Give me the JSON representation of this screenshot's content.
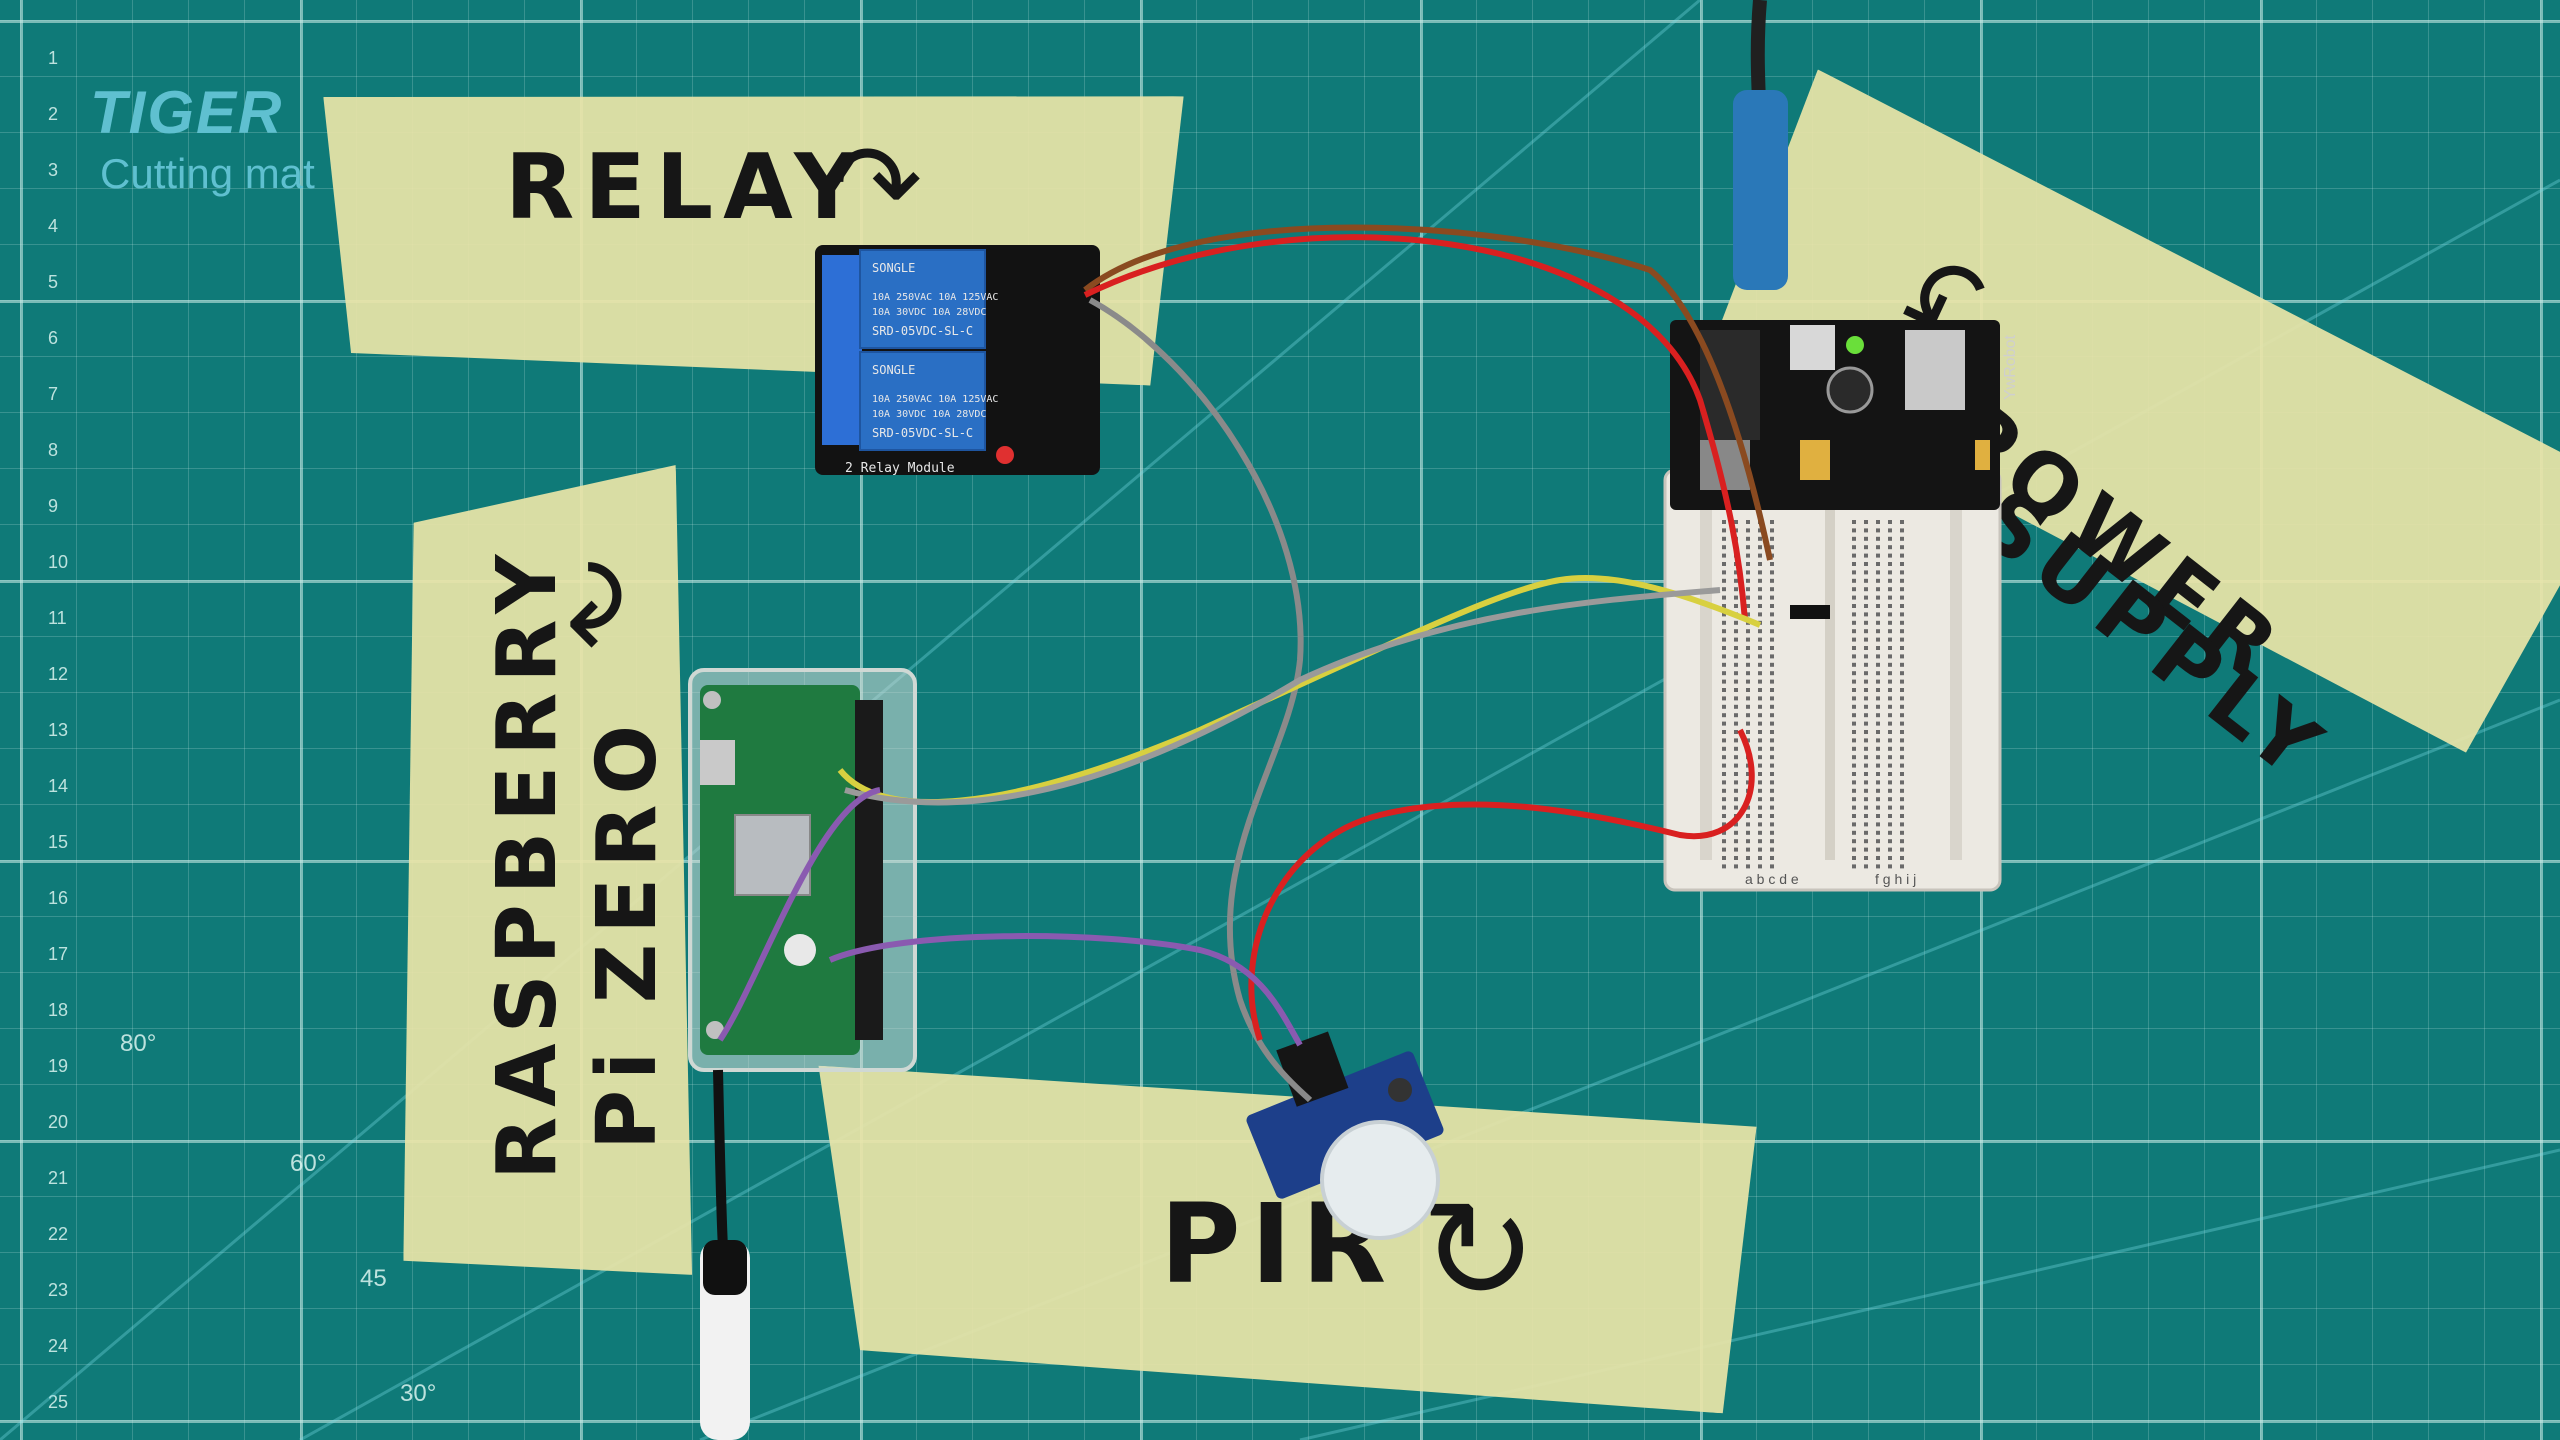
{
  "mat": {
    "brand": "TIGER",
    "subtitle": "Cutting mat",
    "ruler_numbers": [
      "1",
      "2",
      "3",
      "4",
      "5",
      "6",
      "7",
      "8",
      "9",
      "10",
      "11",
      "12",
      "13",
      "14",
      "15",
      "16",
      "17",
      "18",
      "19",
      "20",
      "21",
      "22",
      "23",
      "24",
      "25"
    ],
    "angle_labels": [
      "80°",
      "60°",
      "45",
      "30°"
    ]
  },
  "labels": {
    "relay": "RELAY",
    "power": "POWER",
    "supply": "SUPPLY",
    "raspberry": "RASPBERRY",
    "pi_zero": "Pi ZERO",
    "pir": "PIR"
  },
  "components": {
    "relay_brand": "SONGLE",
    "relay_spec_1": "10A 250VAC 10A 125VAC",
    "relay_spec_2": "10A 30VDC 10A 28VDC",
    "relay_model": "SRD-05VDC-SL-C",
    "relay_board": "2 Relay Module",
    "psu_brand": "YwRobot",
    "breadboard_cols_left": "a b c d e",
    "breadboard_cols_right": "f g h i j"
  },
  "colors": {
    "mat": "#0f7a78",
    "tape": "#e8e4a8",
    "relay_blue": "#2a6fc4",
    "wire_red": "#d92020",
    "wire_yellow": "#d8d040",
    "wire_gray": "#8a8a8a",
    "wire_purple": "#8a5ab0",
    "wire_brown": "#8a4a20"
  }
}
